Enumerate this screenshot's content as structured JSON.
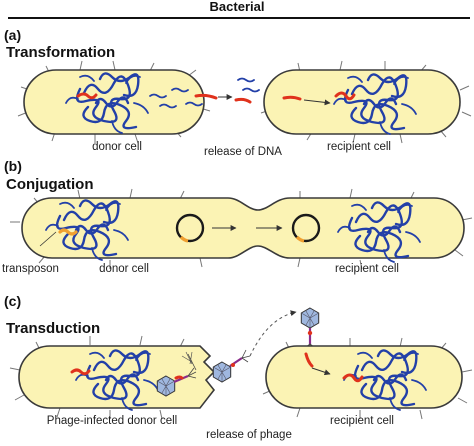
{
  "header": {
    "title": "Bacterial"
  },
  "panels": [
    {
      "letter": "(a)",
      "title": "Transformation",
      "labels": {
        "left": "donor cell",
        "middle": "release of DNA",
        "right": "recipient cell"
      }
    },
    {
      "letter": "(b)",
      "title": "Conjugation",
      "labels": {
        "extra": "transposon",
        "left": "donor cell",
        "right": "recipient cell"
      }
    },
    {
      "letter": "(c)",
      "title": "Transduction",
      "labels": {
        "left": "Phage-infected donor cell",
        "middle": "release of phage",
        "right": "recipient cell"
      }
    }
  ],
  "colors": {
    "cytoplasm": "#fbf3b4",
    "chromosome_dna": "#2340a8",
    "transferred_dna": "#e0321c",
    "transposon": "#f0a030",
    "phage_head": "#9fb7df"
  }
}
